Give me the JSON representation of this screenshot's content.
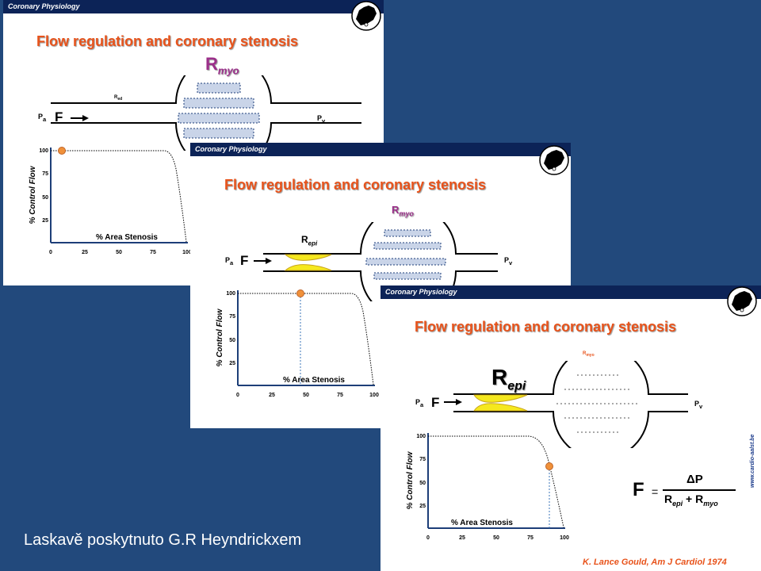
{
  "slides": [
    {
      "header": "Coronary Physiology",
      "title": "Flow regulation and coronary stenosis",
      "labels": {
        "r_main": "R",
        "r_sub": "myo",
        "r_small": "R",
        "r_small_sub": "ed",
        "pa": "P",
        "pa_sub": "a",
        "f": "F",
        "pv": "P",
        "pv_sub": "v"
      },
      "chart": {
        "ylabel": "% Control Flow",
        "xlabel": "% Area Stenosis",
        "xticks": [
          "0",
          "25",
          "50",
          "75",
          "100"
        ],
        "yticks": [
          "100",
          "75",
          "50",
          "25"
        ],
        "marker_x": 8,
        "marker_y": 100
      }
    },
    {
      "header": "Coronary Physiology",
      "title": "Flow regulation and coronary stenosis",
      "labels": {
        "r_main": "R",
        "r_sub": "myo",
        "r_small": "R",
        "r_small_sub": "epi",
        "pa": "P",
        "pa_sub": "a",
        "f": "F",
        "pv": "P",
        "pv_sub": "v"
      },
      "chart": {
        "ylabel": "% Control Flow",
        "xlabel": "% Area Stenosis",
        "xticks": [
          "0",
          "25",
          "50",
          "75",
          "100"
        ],
        "yticks": [
          "100",
          "75",
          "50",
          "25"
        ],
        "marker_x": 47,
        "marker_y": 100
      }
    },
    {
      "header": "Coronary Physiology",
      "title": "Flow regulation and coronary stenosis",
      "labels": {
        "r_main": "R",
        "r_sub": "epi",
        "r_small": "R",
        "r_small_sub": "myo",
        "pa": "P",
        "pa_sub": "a",
        "f": "F",
        "pv": "P",
        "pv_sub": "v"
      },
      "chart": {
        "ylabel": "% Control Flow",
        "xlabel": "% Area Stenosis",
        "xticks": [
          "0",
          "25",
          "50",
          "75",
          "100"
        ],
        "yticks": [
          "100",
          "75",
          "50",
          "25"
        ],
        "marker_x": 90,
        "marker_y": 70
      },
      "formula": {
        "lhs": "F",
        "eq": "=",
        "num": "ΔP",
        "den_r1": "R",
        "den_r1_sub": "epi",
        "den_plus": "+",
        "den_r2": "R",
        "den_r2_sub": "myo"
      },
      "website": "www.cardio-aalst.be",
      "citation": "K. Lance Gould, Am J Cardiol 1974"
    }
  ],
  "credit": "Laskavě poskytnuto G.R Heyndrickxem",
  "colors": {
    "background": "#22497c",
    "header": "#0c2357",
    "title": "#e8531b",
    "rmyo": "#9b2f8a",
    "lesion": "#f5e81e",
    "marker": "#f0913a",
    "dots": "#1d3e78"
  }
}
